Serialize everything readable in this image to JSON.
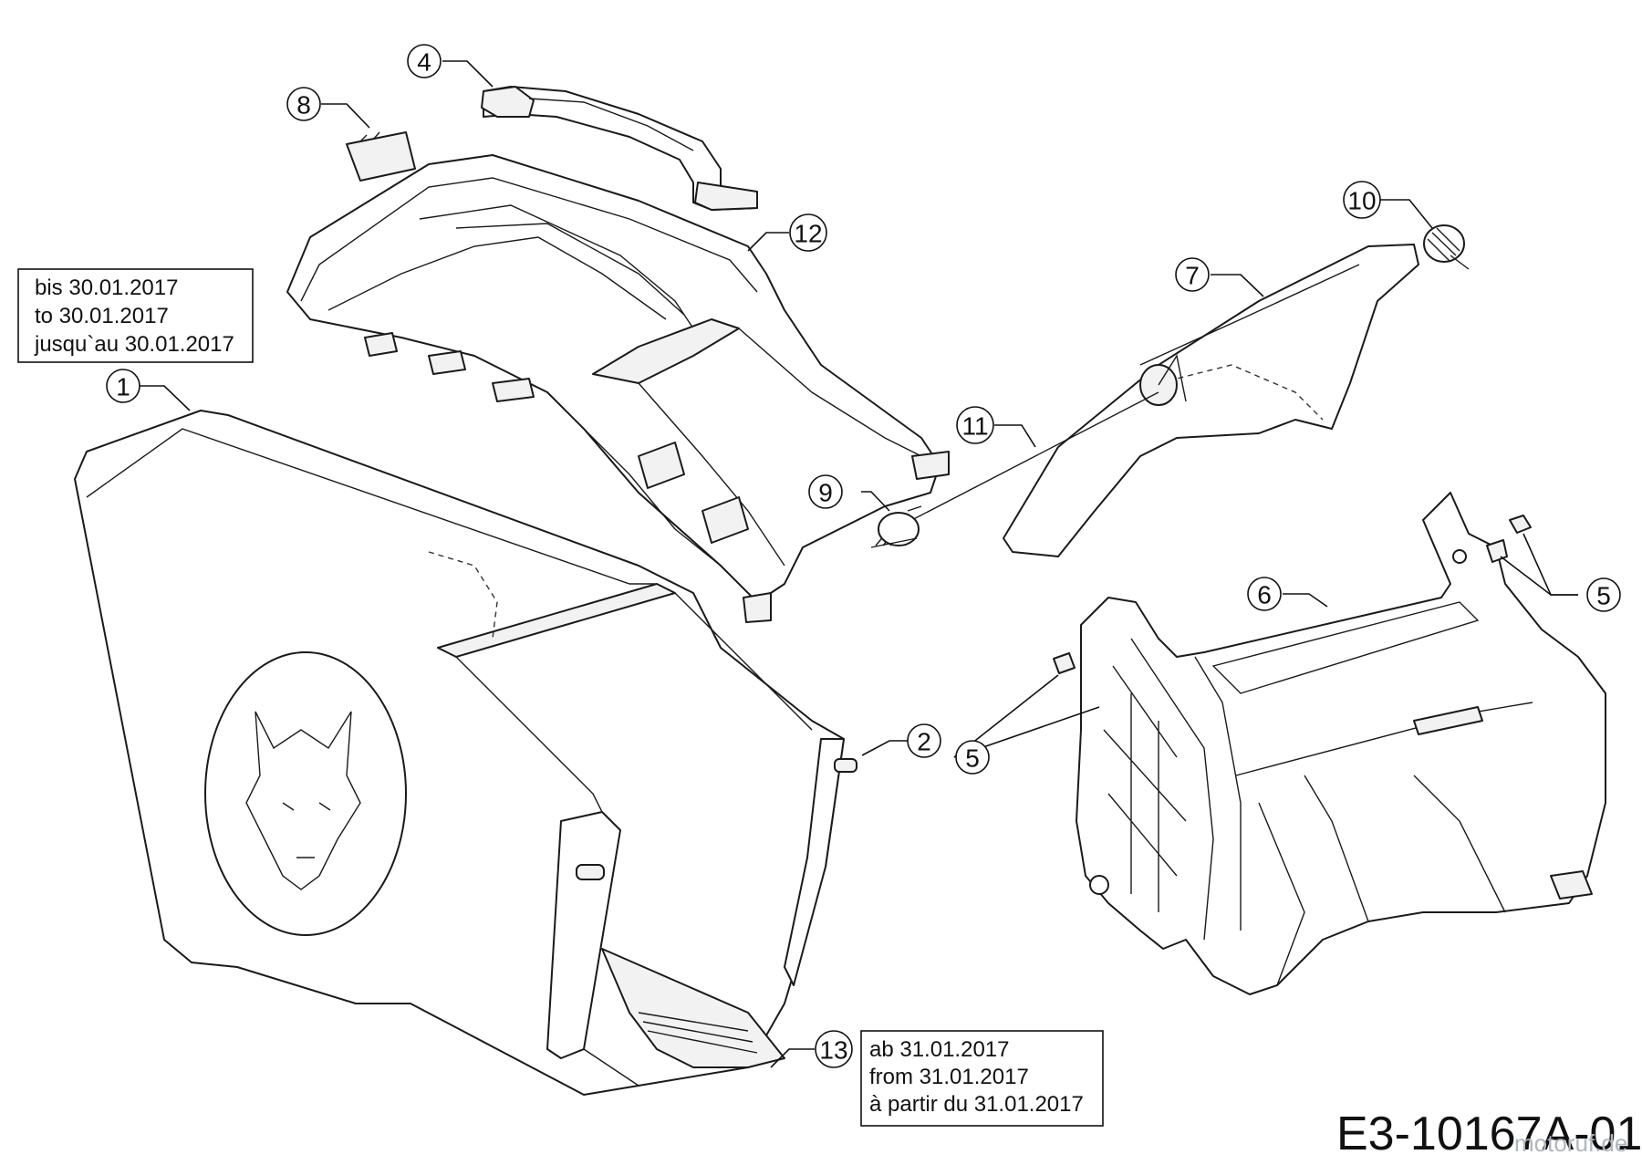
{
  "callouts": [
    "1",
    "2",
    "4",
    "5",
    "5",
    "6",
    "7",
    "8",
    "9",
    "10",
    "11",
    "12",
    "13"
  ],
  "notes": {
    "before": [
      "bis 30.01.2017",
      "to 30.01.2017",
      "jusqu`au 30.01.2017"
    ],
    "after": [
      "ab 31.01.2017",
      "from 31.01.2017",
      "à partir du 31.01.2017"
    ]
  },
  "drawing_code": "E3-10167A-01",
  "watermark": "motoruf.de",
  "colors": {
    "line": "#1a1a1a",
    "fill": "#ffffff",
    "shade": "#f2f2f2"
  }
}
